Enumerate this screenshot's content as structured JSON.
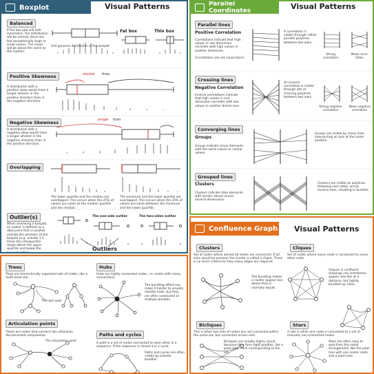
{
  "boxplot": {
    "title": "Boxplot",
    "visual_patterns": "Visual Patterns",
    "balanced": {
      "label": "Balanced",
      "text": "If the box plot will look symmetric, the distribution will be normal, there are few exceptionally large or small values. The mean will be about the same as the median.",
      "caption": "Unit gaussian distribution of this boxplot",
      "fat_box": "Fat box",
      "thin_box": "Thin box"
    },
    "positive": {
      "label": "Positive Skewness",
      "text": "A distribution with a positive skew would have a longer whisker in the positive direction than in the negative direction.",
      "shorter": "shorter",
      "than": "than"
    },
    "negative": {
      "label": "Negative Skewness",
      "text": "A distribution with a negative skew would have a longer whisker in the negative direction than in the positive direction.",
      "longer": "longer",
      "than": "than"
    },
    "overlapping": {
      "label": "Overlapping",
      "text_left": "The lower quartile and the median are overlapped. This occurs when the 25% of values are same as the median quartile and the median.",
      "text_right": "The minimum and the lower quartile are overlapped. This occurs when the 25% of values are same between the minimum and the lower quartile."
    },
    "outliers": {
      "label": "Outlier(s)",
      "text": "When reviewing a boxplot, an outlier is defined as a data point that is located outside the whiskers of the boxplot (e.g. outside 1.5 times the interquartile range above the upper quartile and below the lower quartile).",
      "one_outlier": "The one-side outlier",
      "two_outlier": "The two-sides outlier",
      "word": "Outliers"
    }
  },
  "parallel": {
    "title": "Parallel Coordinates",
    "visual_patterns": "Visual Patterns",
    "parallel_lines": {
      "label": "Parallel lines",
      "sub": "Positive Correlation",
      "text": "Correlations indicate that high values in one dimension correlate with high values in another dimension.",
      "note": "Correlations are not causa-tions!",
      "annot": "A correlation is visible through rather parallel polylines between two axes.",
      "strong": "Strong correlation",
      "weak": "Weak corre-lation"
    },
    "crossing_lines": {
      "label": "Crossing lines",
      "sub": "Negative Correlation",
      "text": "Inverse correlations indicate that high values in one dimension correlate with low values in another dimen-sion.",
      "annot": "An inverse correlation is visible through lots of crossing polylines between two axes.",
      "strong": "Strong negative correlation",
      "weak": "Weak negative correlation"
    },
    "converging_lines": {
      "label": "Converging lines",
      "sub": "Groups",
      "text": "Groups indicate many elements with the same values or similar values.",
      "annot": "Groups are visible by many lines intersecting an axis at the same position."
    },
    "grouped_lines": {
      "label": "Grouped lines",
      "sub": "Clusters",
      "text": "Clusters indicate data elements with similar values across several dimensions.",
      "annot": "Clusters are visible as polylines following each other across several axes, resulting in bundles."
    }
  },
  "confluence": {
    "title": "Confluence Graph",
    "visual_patterns": "Visual Patterns",
    "clusters": {
      "label": "Clusters",
      "text": "Set of nodes where almost all nodes are connected. If all links would be present, the cluster is called a clique. There is no strict criteria for how many edges are required.",
      "annot": "The bundling makes a cluster appear less dense than it normally would."
    },
    "cliques": {
      "label": "Cliques",
      "text": "Set of nodes where every node is connected to every other node.",
      "annot": "Cliques in confluent drawings can sometimes appear star-like at a distance, but tightly bundled up close."
    },
    "bicliques": {
      "label": "Bicliques",
      "text": "This is when two sets of nodes are not connected within the same set, but connected across sets.",
      "annot": "Bicliques are usually highly visual, because they form tight bundles, like a palm tree, each corresponding to the set."
    },
    "stars": {
      "label": "Stars",
      "text": "A star is when one node is connected to a set of mutually non-connected nodes.",
      "annot": "Stars are often easy to spot from the radial arrangement, like the palm tree with one center node and a palm tree."
    }
  },
  "graph": {
    "trees": {
      "label": "Trees",
      "text": "Trees are hierarchically organized sets of nodes, like a multi-level star.",
      "annot": "The root node"
    },
    "hubs": {
      "label": "Hubs",
      "text": "Hubs are highly connected nodes, i.e. nodes with many connections.",
      "annot": "The bundling effect can make it harder to visually identify hubs, but they are often connected to multiple bundles."
    },
    "articulation": {
      "label": "Articulation points",
      "text": "These are nodes that connect two otherwise disconnected components.",
      "annot": "The articulation point"
    },
    "paths": {
      "label": "Paths and cycles",
      "text": "A path is a set of nodes connected to each other in a sequence. If the sequence is closed it is a cycle.",
      "annot": "Paths and cycles are often visible by outside bundles."
    }
  },
  "colors": {
    "boxplot": "#2f5f7a",
    "parallel": "#6aaa3a",
    "confluence": "#e2701f",
    "highlight": "#c22222"
  }
}
